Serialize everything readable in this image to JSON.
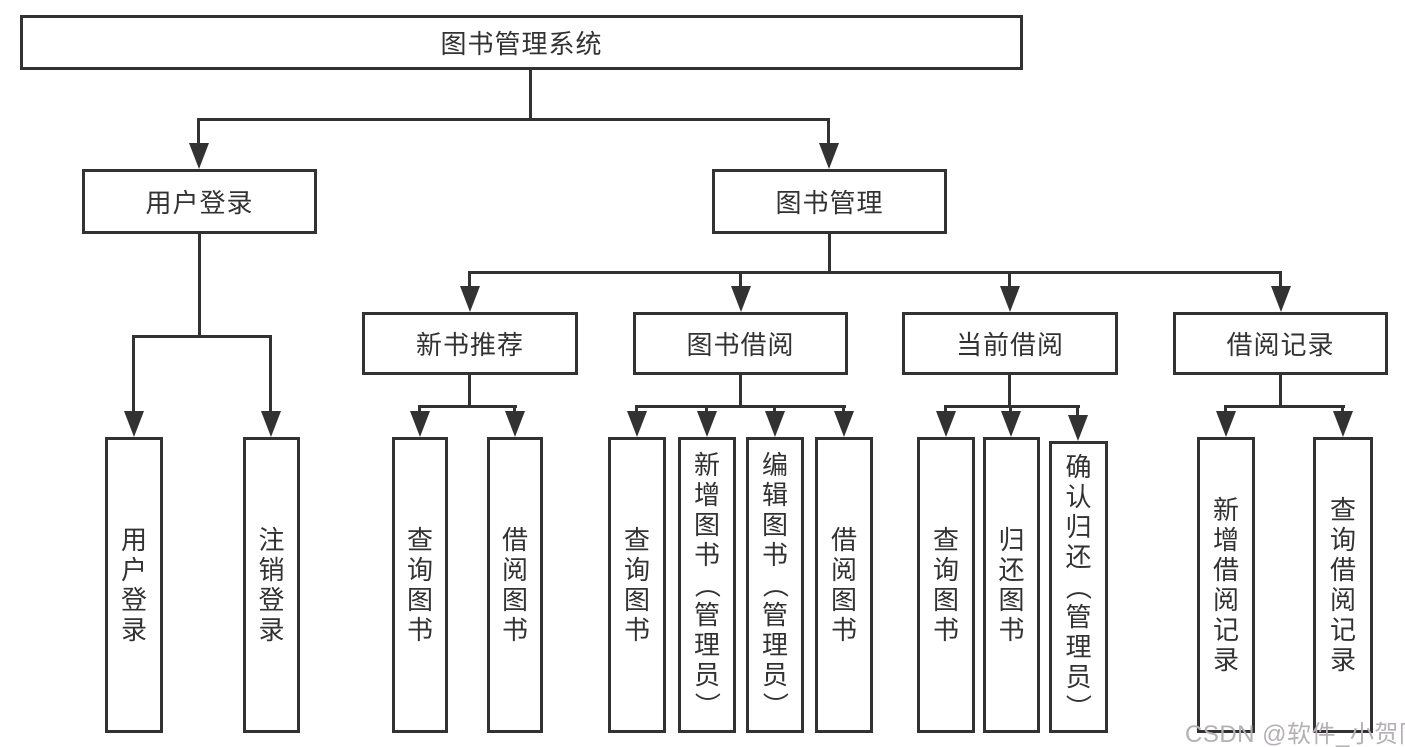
{
  "tree": {
    "label": "图书管理系统",
    "children": [
      {
        "label": "用户登录",
        "children": [
          {
            "label": "用户登录"
          },
          {
            "label": "注销登录"
          }
        ]
      },
      {
        "label": "图书管理",
        "children": [
          {
            "label": "新书推荐",
            "children": [
              {
                "label": "查询图书"
              },
              {
                "label": "借阅图书"
              }
            ]
          },
          {
            "label": "图书借阅",
            "children": [
              {
                "label": "查询图书"
              },
              {
                "label": "新增图书（管理员）"
              },
              {
                "label": "编辑图书（管理员）"
              },
              {
                "label": "借阅图书"
              }
            ]
          },
          {
            "label": "当前借阅",
            "children": [
              {
                "label": "查询图书"
              },
              {
                "label": "归还图书"
              },
              {
                "label": "确认归还（管理员）"
              }
            ]
          },
          {
            "label": "借阅记录",
            "children": [
              {
                "label": "新增借阅记录"
              },
              {
                "label": "查询借阅记录"
              }
            ]
          }
        ]
      }
    ]
  },
  "watermark": {
    "text": "CSDN @软件_小贺同学"
  },
  "colors": {
    "line": "#323232",
    "text": "#323232",
    "watermark": "#b5b0b5",
    "background": "#ffffff"
  }
}
